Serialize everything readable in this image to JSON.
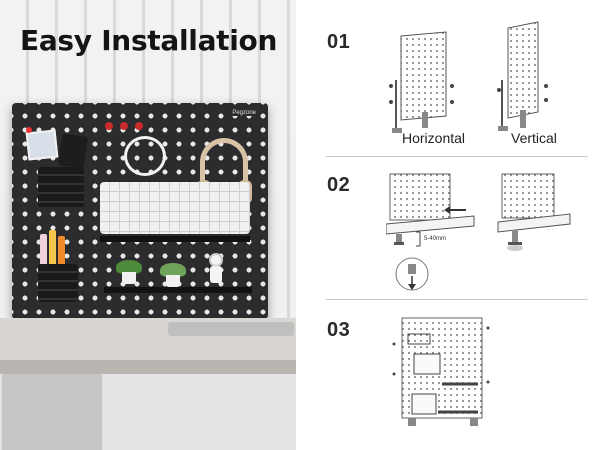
{
  "title": "Easy Installation",
  "brand": "Pegzone",
  "steps": [
    {
      "number": "01",
      "captions": [
        "Horizontal",
        "Vertical"
      ]
    },
    {
      "number": "02",
      "measurement": "5-40mm"
    },
    {
      "number": "03"
    }
  ],
  "colors": {
    "board": "#2c2c2e",
    "title": "#141414",
    "step_number": "#2a2a2a",
    "divider": "#c9c9c9"
  },
  "icons": {
    "clamp_arrow": "down-arrow",
    "tighten_arrow": "left-arrow"
  }
}
